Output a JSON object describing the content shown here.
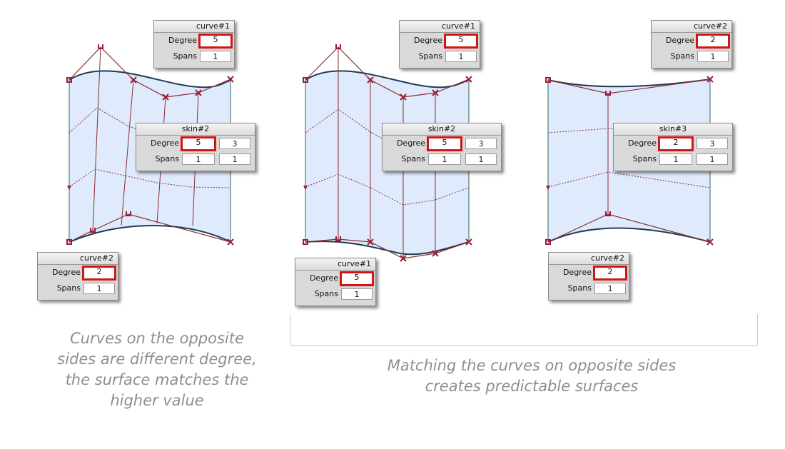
{
  "panels": {
    "p1_curve1": {
      "title": "curve#1",
      "degree_label": "Degree",
      "spans_label": "Spans",
      "degree": "5",
      "spans": "1"
    },
    "p1_skin": {
      "title": "skin#2",
      "degree_label": "Degree",
      "spans_label": "Spans",
      "degree_u": "5",
      "degree_v": "3",
      "spans_u": "1",
      "spans_v": "1"
    },
    "p1_curve2": {
      "title": "curve#2",
      "degree_label": "Degree",
      "spans_label": "Spans",
      "degree": "2",
      "spans": "1"
    },
    "p2_curve1_top": {
      "title": "curve#1",
      "degree_label": "Degree",
      "spans_label": "Spans",
      "degree": "5",
      "spans": "1"
    },
    "p2_skin": {
      "title": "skin#2",
      "degree_label": "Degree",
      "spans_label": "Spans",
      "degree_u": "5",
      "degree_v": "3",
      "spans_u": "1",
      "spans_v": "1"
    },
    "p2_curve1_bottom": {
      "title": "curve#1",
      "degree_label": "Degree",
      "spans_label": "Spans",
      "degree": "5",
      "spans": "1"
    },
    "p3_curve2_top": {
      "title": "curve#2",
      "degree_label": "Degree",
      "spans_label": "Spans",
      "degree": "2",
      "spans": "1"
    },
    "p3_skin": {
      "title": "skin#3",
      "degree_label": "Degree",
      "spans_label": "Spans",
      "degree_u": "2",
      "degree_v": "3",
      "spans_u": "1",
      "spans_v": "1"
    },
    "p3_curve2_bottom": {
      "title": "curve#2",
      "degree_label": "Degree",
      "spans_label": "Spans",
      "degree": "2",
      "spans": "1"
    }
  },
  "captions": {
    "left": [
      "Curves on the opposite",
      "sides are different degree,",
      "the surface matches the",
      "higher value"
    ],
    "right": [
      "Matching the curves on opposite sides",
      "creates predictable surfaces"
    ]
  },
  "colors": {
    "surface_fill": "#dfeafc",
    "surface_edge": "#1f3a56",
    "hull": "#8b2f2f",
    "cv": "#9c1b3a",
    "highlight": "#d11414",
    "caption": "#8e8e8e"
  }
}
